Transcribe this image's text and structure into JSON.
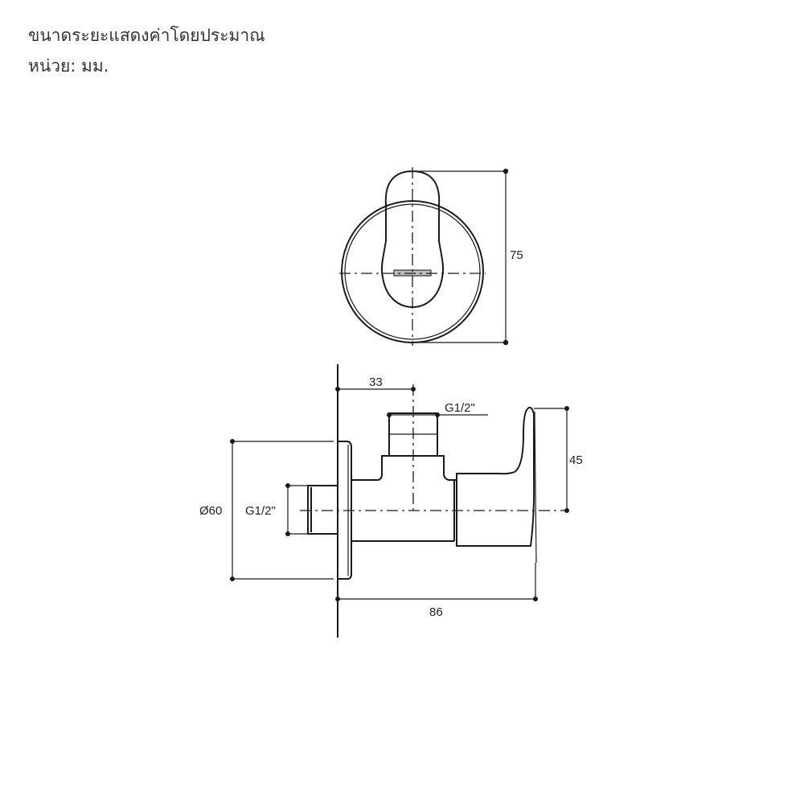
{
  "header": {
    "note": "ขนาดระยะแสดงค่าโดยประมาณ",
    "units": "หน่วย: มม."
  },
  "front_view": {
    "height_dim": "75"
  },
  "side_view": {
    "wall_to_inlet_dim": "33",
    "top_thread_label": "G1/2\"",
    "handle_height_dim": "45",
    "flange_diameter_dim": "Ø60",
    "inlet_thread_label": "G1/2\"",
    "overall_depth_dim": "86"
  },
  "colors": {
    "line": "#1a1a1a",
    "text": "#333333",
    "background": "#ffffff"
  }
}
